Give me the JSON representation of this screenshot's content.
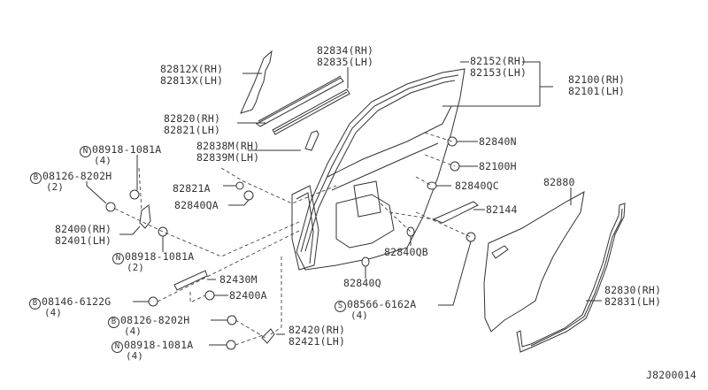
{
  "diagram": {
    "title": "Rear Door Panel & Fitting",
    "code": "J8200014",
    "labels": {
      "p82812": [
        "82812X(RH)",
        "82813X(LH)"
      ],
      "p82834": [
        "82834(RH)",
        "82835(LH)"
      ],
      "p82820": [
        "82820(RH)",
        "82821(LH)"
      ],
      "p82152": [
        "82152(RH)",
        "82153(LH)"
      ],
      "p82100": [
        "82100(RH)",
        "82101(LH)"
      ],
      "p82838": [
        "82838M(RH)",
        "82839M(LH)"
      ],
      "p82840N": "82840N",
      "p82100H": "82100H",
      "p82840QC": "82840QC",
      "p82821A": "82821A",
      "p82840QA": "82840QA",
      "p82880": "82880",
      "p82144": "82144",
      "p82840QB": "82840QB",
      "p82840Q": "82840Q",
      "p82400": [
        "82400(RH)",
        "82401(LH)"
      ],
      "p82430M": "82430M",
      "p82400A": "82400A",
      "p82420": [
        "82420(RH)",
        "82421(LH)"
      ],
      "p82830": [
        "82830(RH)",
        "82831(LH)"
      ]
    },
    "fasteners": [
      {
        "prefix": "N",
        "part": "08918-1081A",
        "qty": "(4)"
      },
      {
        "prefix": "B",
        "part": "08126-8202H",
        "qty": "(2)"
      },
      {
        "prefix": "N",
        "part": "08918-1081A",
        "qty": "(2)"
      },
      {
        "prefix": "B",
        "part": "08146-6122G",
        "qty": "(4)"
      },
      {
        "prefix": "B",
        "part": "08126-8202H",
        "qty": "(4)"
      },
      {
        "prefix": "N",
        "part": "08918-1081A",
        "qty": "(4)"
      },
      {
        "prefix": "S",
        "part": "08566-6162A",
        "qty": "(4)"
      }
    ]
  }
}
